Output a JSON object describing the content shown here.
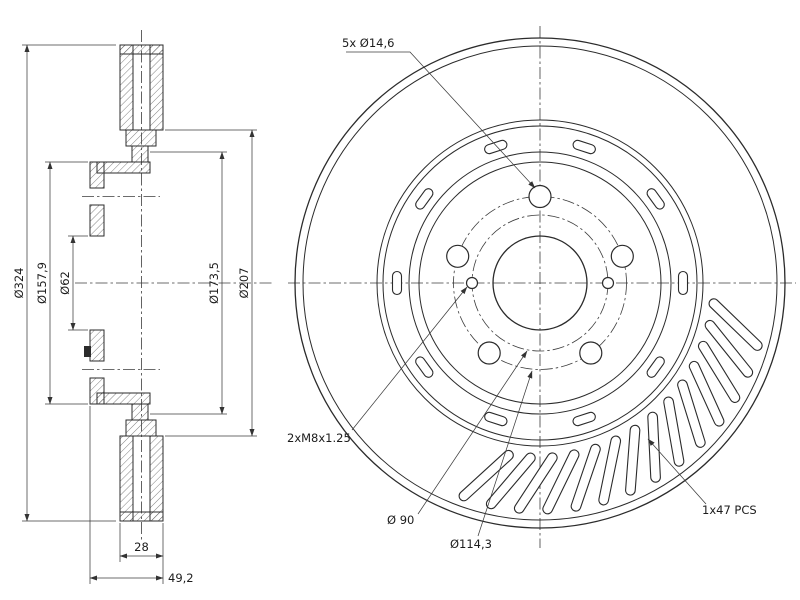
{
  "drawing": {
    "title": "brake-disc-technical-drawing",
    "labels": {
      "dia_324": "Ø324",
      "dia_157_9": "Ø157,9",
      "dia_62": "Ø62",
      "dia_173_5": "Ø173,5",
      "dia_207": "Ø207",
      "thickness_28": "28",
      "width_49_2": "49,2",
      "bolt_holes": "5x Ø14,6",
      "thread_holes": "2xM8x1.25",
      "dia_90": "Ø 90",
      "dia_114_3": "Ø114,3",
      "vanes": "1x47 PCS"
    },
    "colors": {
      "line": "#2b2b2b",
      "background": "#ffffff"
    }
  }
}
